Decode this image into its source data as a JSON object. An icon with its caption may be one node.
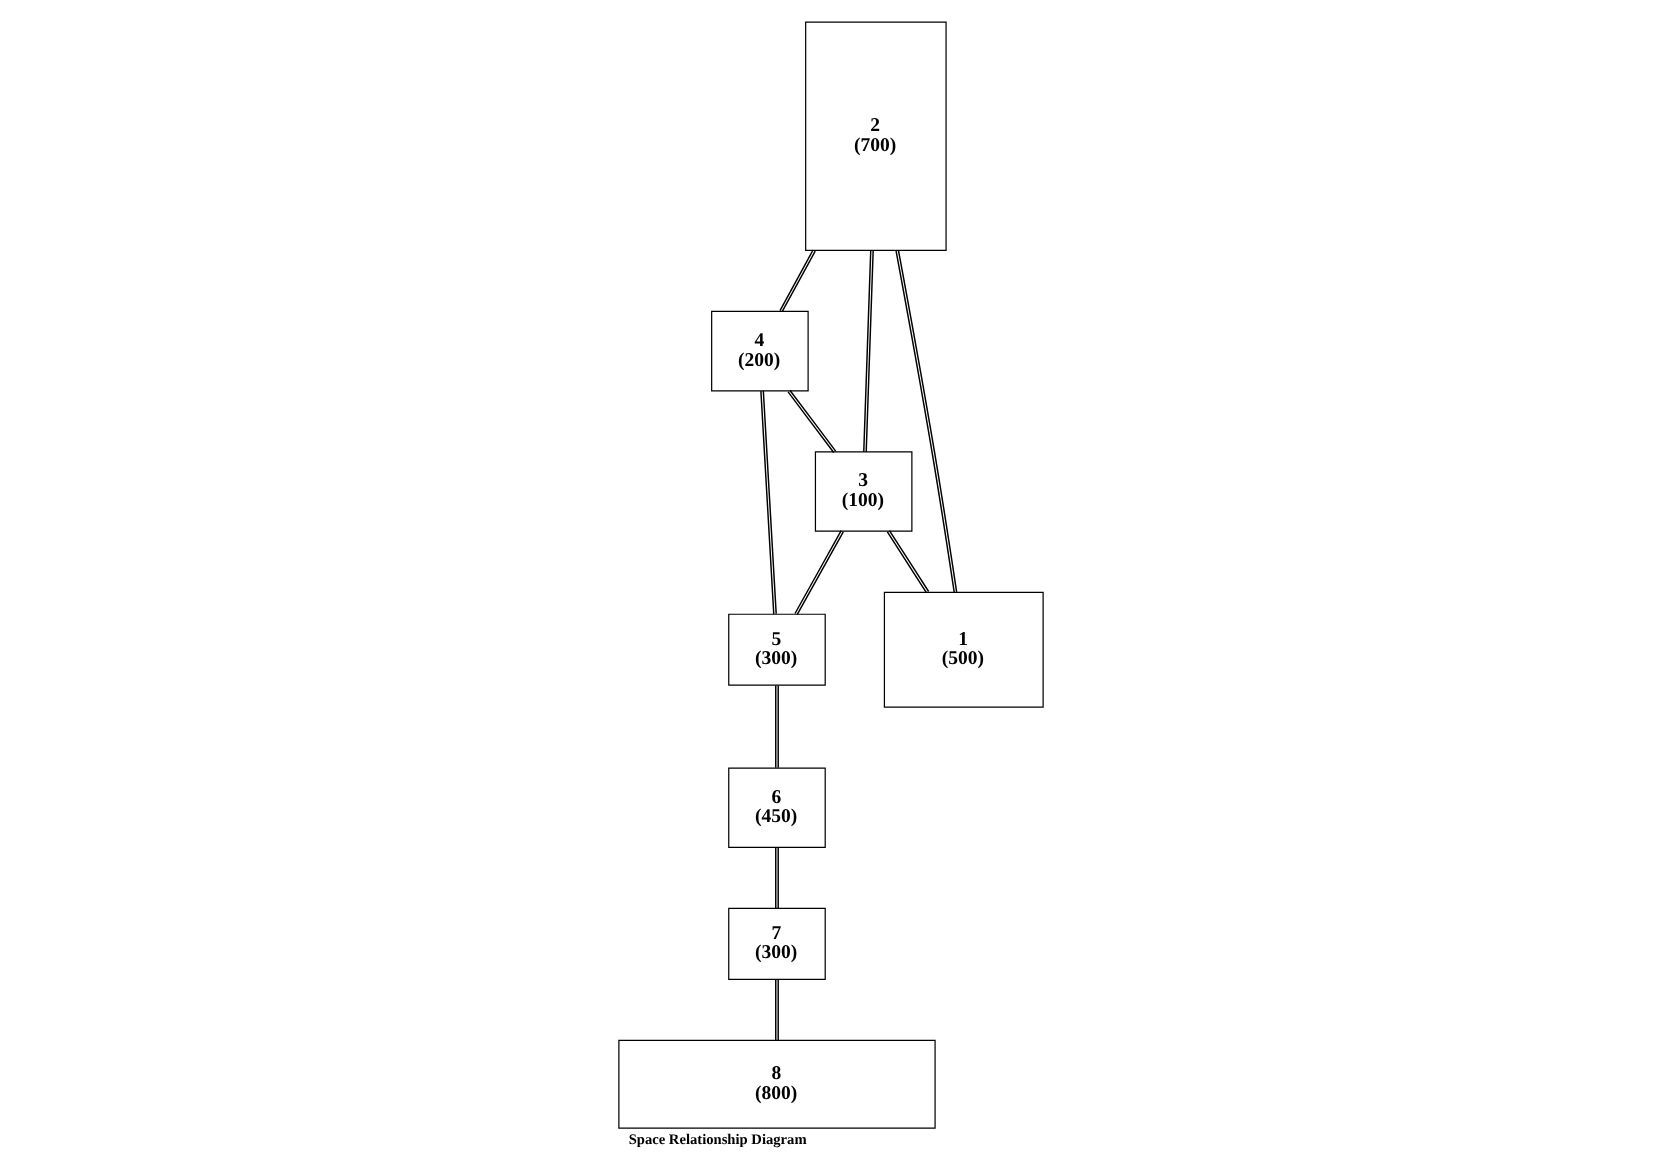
{
  "diagram": {
    "caption": "Space Relationship Diagram",
    "nodes": [
      {
        "text": [
          "2",
          "(700)"
        ]
      },
      {
        "text": [
          "4",
          "(200)"
        ]
      },
      {
        "text": [
          "5",
          "(300)"
        ]
      },
      {
        "text": [
          "3",
          "(100)"
        ]
      },
      {
        "text": [
          "6",
          "(450)"
        ]
      },
      {
        "text": [
          "1",
          "(500)"
        ]
      },
      {
        "text": [
          "7",
          "(300)"
        ]
      },
      {
        "text": [
          "8",
          "(800)"
        ]
      }
    ],
    "edges": [
      {
        "from": 0,
        "to": 1,
        "arrow": "none"
      },
      {
        "from": 0,
        "to": 3,
        "arrow": "none"
      },
      {
        "from": 0,
        "to": 5,
        "arrow": "none"
      },
      {
        "from": 1,
        "to": 3,
        "arrow": "none"
      },
      {
        "from": 1,
        "to": 2,
        "arrow": "none"
      },
      {
        "from": 3,
        "to": 2,
        "arrow": "none"
      },
      {
        "from": 3,
        "to": 5,
        "arrow": "none"
      },
      {
        "from": 2,
        "to": 4,
        "arrow": "none"
      },
      {
        "from": 4,
        "to": 6,
        "arrow": "none"
      },
      {
        "from": 6,
        "to": 7,
        "arrow": "none"
      }
    ]
  }
}
